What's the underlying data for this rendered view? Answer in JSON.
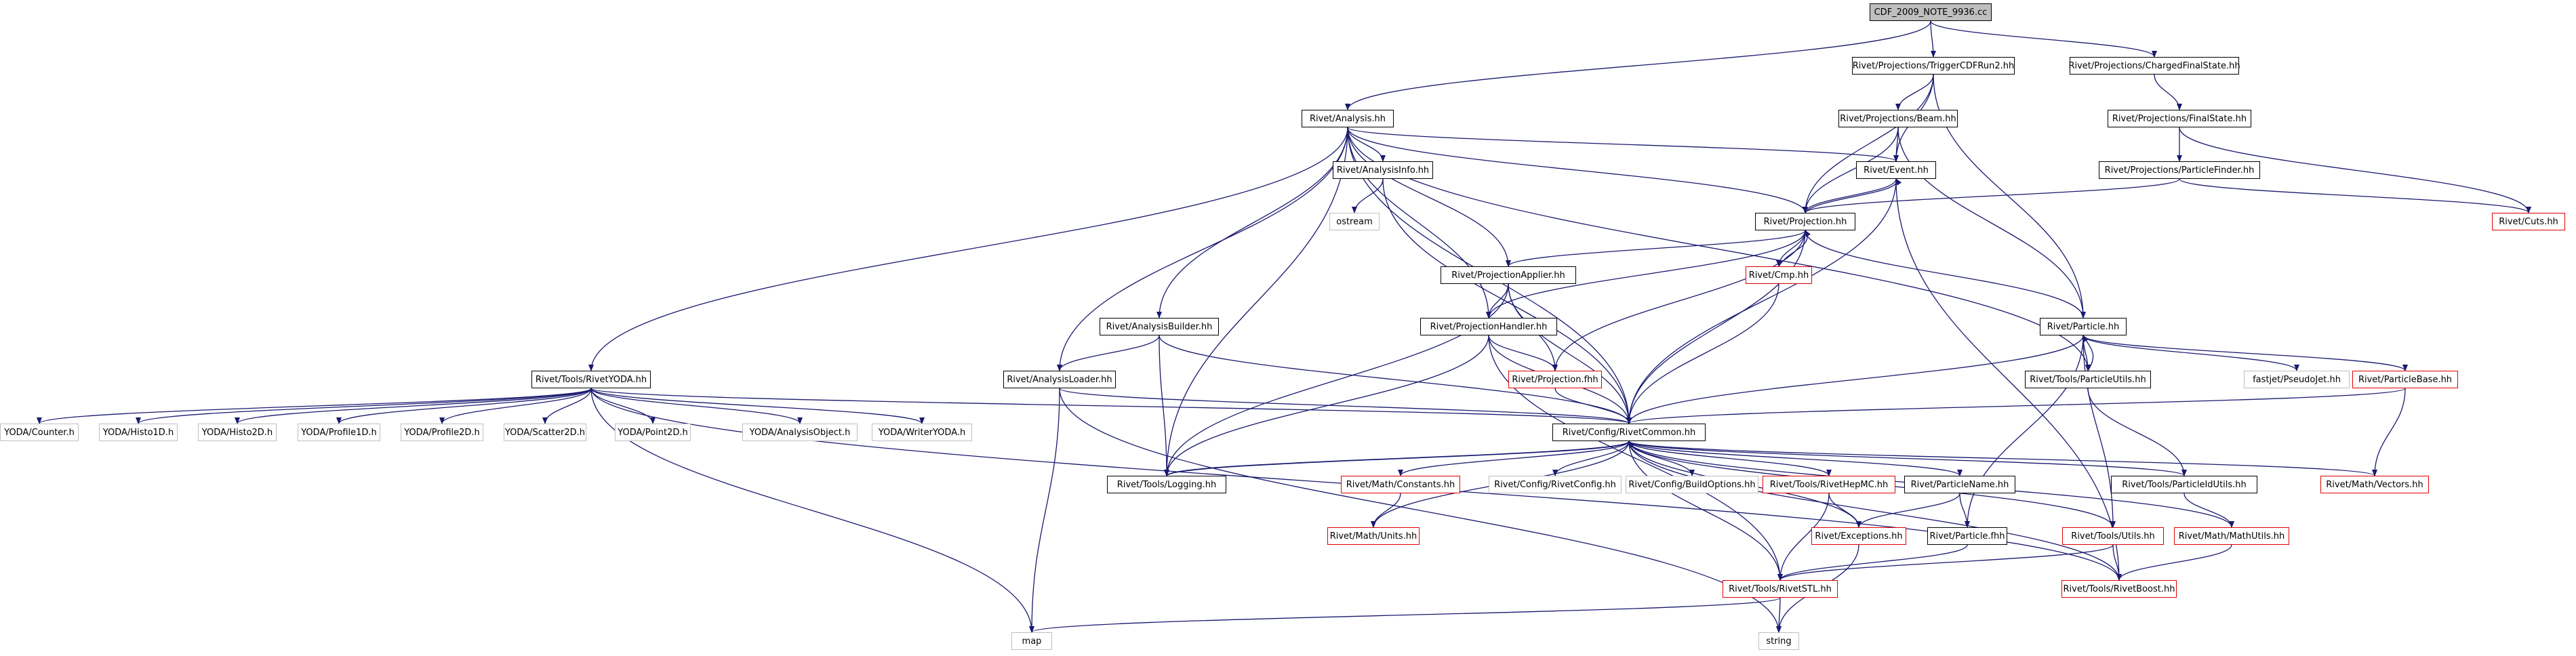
{
  "nodes": [
    {
      "id": "root",
      "label": "CDF_2009_NOTE_9936.cc",
      "style": "root"
    },
    {
      "id": "trig",
      "label": "Rivet/Projections/TriggerCDFRun2.hh",
      "style": "black"
    },
    {
      "id": "cfs",
      "label": "Rivet/Projections/ChargedFinalState.hh",
      "style": "black"
    },
    {
      "id": "analysis",
      "label": "Rivet/Analysis.hh",
      "style": "black"
    },
    {
      "id": "beam",
      "label": "Rivet/Projections/Beam.hh",
      "style": "black"
    },
    {
      "id": "fs",
      "label": "Rivet/Projections/FinalState.hh",
      "style": "black"
    },
    {
      "id": "ainfo",
      "label": "Rivet/AnalysisInfo.hh",
      "style": "black"
    },
    {
      "id": "event",
      "label": "Rivet/Event.hh",
      "style": "black"
    },
    {
      "id": "pfinder",
      "label": "Rivet/Projections/ParticleFinder.hh",
      "style": "black"
    },
    {
      "id": "ostream",
      "label": "ostream",
      "style": "grey"
    },
    {
      "id": "projection",
      "label": "Rivet/Projection.hh",
      "style": "black"
    },
    {
      "id": "cuts",
      "label": "Rivet/Cuts.hh",
      "style": "red"
    },
    {
      "id": "cmp",
      "label": "Rivet/Cmp.hh",
      "style": "red"
    },
    {
      "id": "papplier",
      "label": "Rivet/ProjectionApplier.hh",
      "style": "black"
    },
    {
      "id": "abuilder",
      "label": "Rivet/AnalysisBuilder.hh",
      "style": "black"
    },
    {
      "id": "phandler",
      "label": "Rivet/ProjectionHandler.hh",
      "style": "black"
    },
    {
      "id": "particle",
      "label": "Rivet/Particle.hh",
      "style": "black"
    },
    {
      "id": "rivetyoda",
      "label": "Rivet/Tools/RivetYODA.hh",
      "style": "black"
    },
    {
      "id": "aloader",
      "label": "Rivet/AnalysisLoader.hh",
      "style": "black"
    },
    {
      "id": "projfhh",
      "label": "Rivet/Projection.fhh",
      "style": "red"
    },
    {
      "id": "putils",
      "label": "Rivet/Tools/ParticleUtils.hh",
      "style": "black"
    },
    {
      "id": "pseudojet",
      "label": "fastjet/PseudoJet.hh",
      "style": "grey"
    },
    {
      "id": "pbase",
      "label": "Rivet/ParticleBase.hh",
      "style": "red"
    },
    {
      "id": "ycounter",
      "label": "YODA/Counter.h",
      "style": "grey"
    },
    {
      "id": "yh1",
      "label": "YODA/Histo1D.h",
      "style": "grey"
    },
    {
      "id": "yh2",
      "label": "YODA/Histo2D.h",
      "style": "grey"
    },
    {
      "id": "yp1",
      "label": "YODA/Profile1D.h",
      "style": "grey"
    },
    {
      "id": "yp2",
      "label": "YODA/Profile2D.h",
      "style": "grey"
    },
    {
      "id": "ys2",
      "label": "YODA/Scatter2D.h",
      "style": "grey"
    },
    {
      "id": "ypt",
      "label": "YODA/Point2D.h",
      "style": "grey"
    },
    {
      "id": "yao",
      "label": "YODA/AnalysisObject.h",
      "style": "grey"
    },
    {
      "id": "ywriter",
      "label": "YODA/WriterYODA.h",
      "style": "grey"
    },
    {
      "id": "common",
      "label": "Rivet/Config/RivetCommon.hh",
      "style": "black"
    },
    {
      "id": "logging",
      "label": "Rivet/Tools/Logging.hh",
      "style": "black"
    },
    {
      "id": "constants",
      "label": "Rivet/Math/Constants.hh",
      "style": "red"
    },
    {
      "id": "rconfig",
      "label": "Rivet/Config/RivetConfig.hh",
      "style": "grey"
    },
    {
      "id": "bopts",
      "label": "Rivet/Config/BuildOptions.hh",
      "style": "grey"
    },
    {
      "id": "hepmc",
      "label": "Rivet/Tools/RivetHepMC.hh",
      "style": "red"
    },
    {
      "id": "pname",
      "label": "Rivet/ParticleName.hh",
      "style": "black"
    },
    {
      "id": "pidutils",
      "label": "Rivet/Tools/ParticleIdUtils.hh",
      "style": "black"
    },
    {
      "id": "vectors",
      "label": "Rivet/Math/Vectors.hh",
      "style": "red"
    },
    {
      "id": "units",
      "label": "Rivet/Math/Units.hh",
      "style": "red"
    },
    {
      "id": "exceptions",
      "label": "Rivet/Exceptions.hh",
      "style": "red"
    },
    {
      "id": "pfhh",
      "label": "Rivet/Particle.fhh",
      "style": "black"
    },
    {
      "id": "tutils",
      "label": "Rivet/Tools/Utils.hh",
      "style": "red"
    },
    {
      "id": "mathutils",
      "label": "Rivet/Math/MathUtils.hh",
      "style": "red"
    },
    {
      "id": "stl",
      "label": "Rivet/Tools/RivetSTL.hh",
      "style": "red"
    },
    {
      "id": "boost",
      "label": "Rivet/Tools/RivetBoost.hh",
      "style": "red"
    },
    {
      "id": "map",
      "label": "map",
      "style": "grey"
    },
    {
      "id": "string",
      "label": "string",
      "style": "grey"
    }
  ],
  "edges": [
    [
      "root",
      "trig"
    ],
    [
      "root",
      "cfs"
    ],
    [
      "root",
      "analysis"
    ],
    [
      "cfs",
      "fs"
    ],
    [
      "fs",
      "pfinder"
    ],
    [
      "fs",
      "cuts"
    ],
    [
      "pfinder",
      "projection"
    ],
    [
      "pfinder",
      "cuts"
    ],
    [
      "trig",
      "beam"
    ],
    [
      "trig",
      "event"
    ],
    [
      "trig",
      "projection"
    ],
    [
      "trig",
      "particle"
    ],
    [
      "beam",
      "event"
    ],
    [
      "beam",
      "projection"
    ],
    [
      "beam",
      "particle"
    ],
    [
      "analysis",
      "ainfo"
    ],
    [
      "analysis",
      "event"
    ],
    [
      "analysis",
      "projection"
    ],
    [
      "analysis",
      "papplier"
    ],
    [
      "analysis",
      "phandler"
    ],
    [
      "analysis",
      "abuilder"
    ],
    [
      "analysis",
      "aloader"
    ],
    [
      "analysis",
      "rivetyoda"
    ],
    [
      "analysis",
      "logging"
    ],
    [
      "analysis",
      "common"
    ],
    [
      "analysis",
      "putils"
    ],
    [
      "ainfo",
      "ostream"
    ],
    [
      "ainfo",
      "common"
    ],
    [
      "event",
      "projection"
    ],
    [
      "event",
      "common"
    ],
    [
      "event",
      "boost"
    ],
    [
      "projection",
      "event"
    ],
    [
      "projection",
      "cmp"
    ],
    [
      "projection",
      "papplier"
    ],
    [
      "projection",
      "phandler"
    ],
    [
      "projection",
      "projfhh"
    ],
    [
      "projection",
      "particle"
    ],
    [
      "projection",
      "common"
    ],
    [
      "cmp",
      "projection"
    ],
    [
      "cmp",
      "common"
    ],
    [
      "papplier",
      "phandler"
    ],
    [
      "papplier",
      "projfhh"
    ],
    [
      "papplier",
      "logging"
    ],
    [
      "papplier",
      "common"
    ],
    [
      "abuilder",
      "aloader"
    ],
    [
      "abuilder",
      "logging"
    ],
    [
      "abuilder",
      "common"
    ],
    [
      "phandler",
      "projfhh"
    ],
    [
      "phandler",
      "logging"
    ],
    [
      "phandler",
      "common"
    ],
    [
      "phandler",
      "stl"
    ],
    [
      "aloader",
      "common"
    ],
    [
      "aloader",
      "map"
    ],
    [
      "aloader",
      "string"
    ],
    [
      "projfhh",
      "common"
    ],
    [
      "particle",
      "putils"
    ],
    [
      "particle",
      "pseudojet"
    ],
    [
      "particle",
      "pbase"
    ],
    [
      "particle",
      "common"
    ],
    [
      "particle",
      "pfhh"
    ],
    [
      "particle",
      "tutils"
    ],
    [
      "putils",
      "particle"
    ],
    [
      "putils",
      "pidutils"
    ],
    [
      "pbase",
      "common"
    ],
    [
      "pbase",
      "vectors"
    ],
    [
      "rivetyoda",
      "ycounter"
    ],
    [
      "rivetyoda",
      "yh1"
    ],
    [
      "rivetyoda",
      "yh2"
    ],
    [
      "rivetyoda",
      "yp1"
    ],
    [
      "rivetyoda",
      "yp2"
    ],
    [
      "rivetyoda",
      "ys2"
    ],
    [
      "rivetyoda",
      "ypt"
    ],
    [
      "rivetyoda",
      "yao"
    ],
    [
      "rivetyoda",
      "ywriter"
    ],
    [
      "rivetyoda",
      "common"
    ],
    [
      "rivetyoda",
      "map"
    ],
    [
      "rivetyoda",
      "boost"
    ],
    [
      "common",
      "logging"
    ],
    [
      "common",
      "constants"
    ],
    [
      "common",
      "rconfig"
    ],
    [
      "common",
      "bopts"
    ],
    [
      "common",
      "hepmc"
    ],
    [
      "common",
      "pname"
    ],
    [
      "common",
      "pidutils"
    ],
    [
      "common",
      "vectors"
    ],
    [
      "common",
      "units"
    ],
    [
      "common",
      "exceptions"
    ],
    [
      "common",
      "tutils"
    ],
    [
      "common",
      "mathutils"
    ],
    [
      "common",
      "boost"
    ],
    [
      "common",
      "stl"
    ],
    [
      "logging",
      "common"
    ],
    [
      "constants",
      "units"
    ],
    [
      "hepmc",
      "stl"
    ],
    [
      "hepmc",
      "exceptions"
    ],
    [
      "pname",
      "pfhh"
    ],
    [
      "pname",
      "exceptions"
    ],
    [
      "pidutils",
      "mathutils"
    ],
    [
      "exceptions",
      "string"
    ],
    [
      "pfhh",
      "stl"
    ],
    [
      "tutils",
      "stl"
    ],
    [
      "tutils",
      "boost"
    ],
    [
      "mathutils",
      "boost"
    ],
    [
      "stl",
      "map"
    ],
    [
      "stl",
      "string"
    ]
  ],
  "colors": {
    "edge": "#191970",
    "node_border": "#000000",
    "node_border_red": "#e00000",
    "node_border_grey": "#bfbfbf",
    "root_fill": "#bfbfbf"
  }
}
